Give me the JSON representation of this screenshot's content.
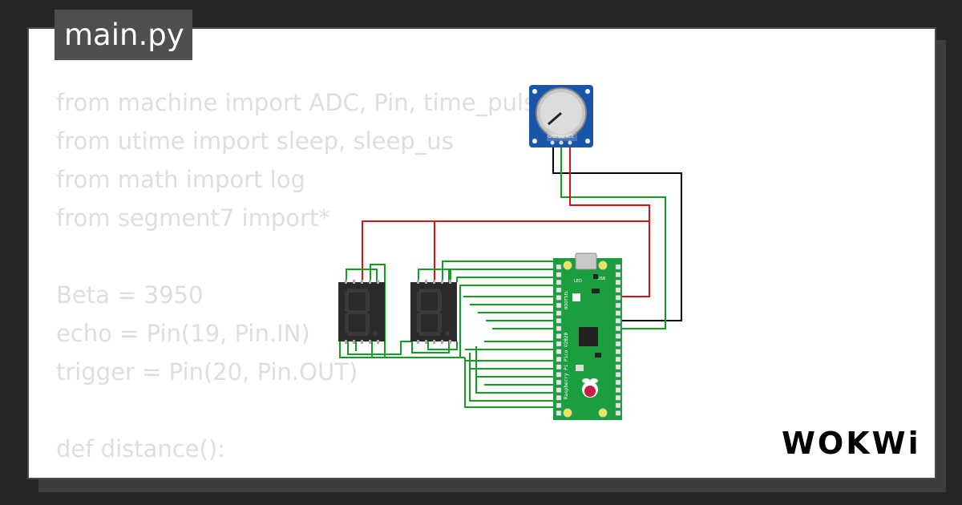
{
  "file_tab": {
    "label": "main.py"
  },
  "code_lines": [
    "from machine import ADC, Pin, time_pulse_us",
    "from utime import sleep, sleep_us",
    "from math import log",
    "from segment7 import*",
    "",
    "Beta = 3950",
    "echo = Pin(19, Pin.IN)",
    "trigger = Pin(20, Pin.OUT)",
    "",
    "def distance():"
  ],
  "potentiometer": {
    "pin_labels": [
      "GND",
      "SIG",
      "VCC"
    ]
  },
  "pico": {
    "board_text": "Raspberry Pi Pico ©2020",
    "usb_label": "USB",
    "led_label": "LED",
    "bootsel_label": "BOOTSEL"
  },
  "brand": {
    "logo": "WOKWi"
  },
  "colors": {
    "background": "#262626",
    "panel": "#ffffff",
    "tab": "#4f4f4f",
    "code_text": "#dedede",
    "pcb_green": "#1a9e3e",
    "pot_blue": "#1756a8",
    "wire_green": "#10a020",
    "wire_red": "#e01010",
    "wire_black": "#000000"
  }
}
